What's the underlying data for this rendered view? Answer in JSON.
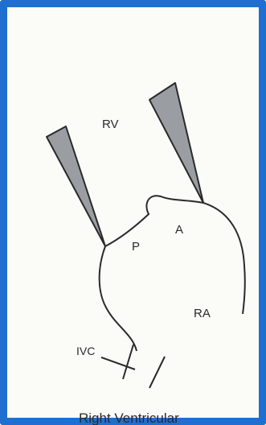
{
  "labels": {
    "rv": "RV",
    "p": "P",
    "a": "A",
    "ra": "RA",
    "ivc": "IVC"
  },
  "caption": "Right Ventricular",
  "colors": {
    "border": "#1e6fd0",
    "leaflet_fill": "#9a9ea3",
    "stroke": "#2a2a2a"
  }
}
